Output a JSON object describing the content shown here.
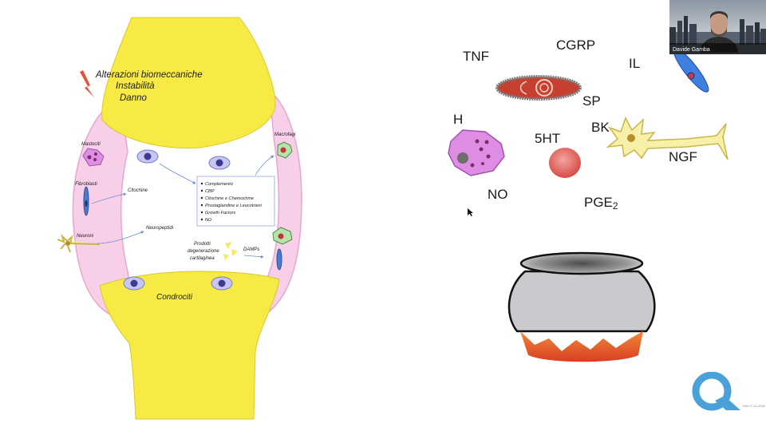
{
  "webcam": {
    "participant_name": "Davide Gamba"
  },
  "left_diagram": {
    "title_lines": [
      "Alterazioni biomeccaniche",
      "Instabilità",
      "Danno"
    ],
    "cell_labels": {
      "mastociti": "Mastociti",
      "fibroblasti": "Fibroblasti",
      "neuroni": "Neuroni",
      "macrofagi": "Macrofagi",
      "condrociti": "Condrociti"
    },
    "flow_labels": {
      "citochine": "Citochine",
      "neuropeptidi": "Neuropeptidi",
      "prodotti": [
        "Prodotti",
        "degenerazione",
        "cartilaginea"
      ],
      "damps": "DAMPs"
    },
    "mediators_list": [
      "Complemento",
      "CBP",
      "Citochine e Chemochine",
      "Prostaglandine e Leucotrieni",
      "Growth Factors",
      "NO"
    ],
    "colors": {
      "bone": "#f8ea45",
      "synovium": "#f7cfe9",
      "synovium_edge": "#e7a6d0"
    }
  },
  "right_diagram": {
    "mediators": {
      "tnf": "TNF",
      "cgrp": "CGRP",
      "il": "IL",
      "sp": "SP",
      "h": "H",
      "bk": "BK",
      "fivehtt": "5HT",
      "ngf": "NGF",
      "no": "NO",
      "pge_main": "PGE",
      "pge_sub": "2"
    },
    "colors": {
      "pot_body": "#c9c9ce",
      "fire": "#e2572a",
      "mast_cell": "#dd8ee2"
    }
  },
  "logo": {
    "caption": "GNA IT-01-2026",
    "color": "#4aa1d8"
  }
}
